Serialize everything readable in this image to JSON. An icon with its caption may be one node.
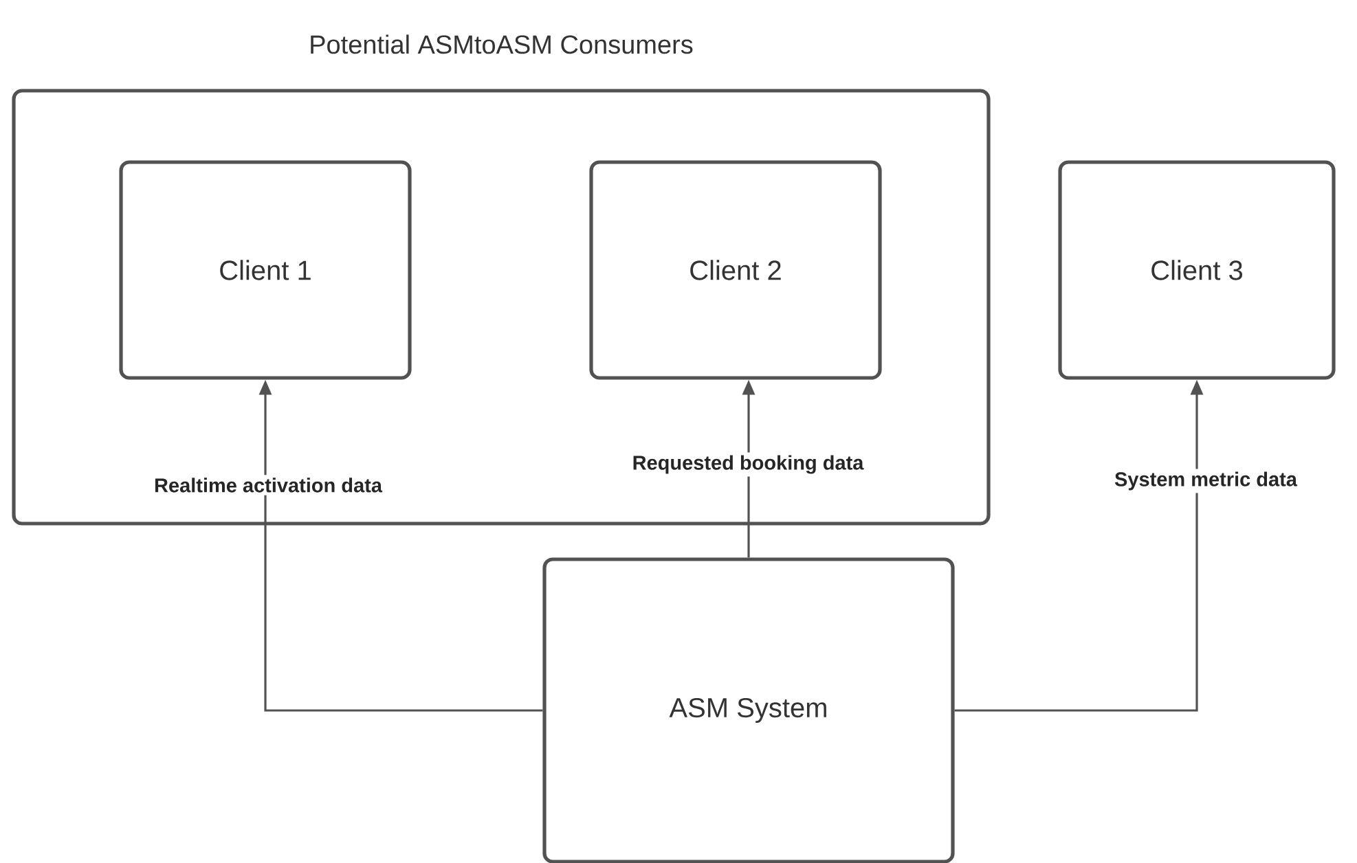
{
  "diagram": {
    "nodes": [
      {
        "text": [
          "Potential ASMtoASM Consumers"
        ]
      },
      {
        "text": [
          "Client 1"
        ],
        "in": 0
      },
      {
        "text": [
          "Client 2"
        ],
        "in": 0
      },
      {
        "text": [
          "Client 3"
        ]
      },
      {
        "text": [
          "ASM System"
        ]
      }
    ],
    "edges": [
      {
        "from": 4,
        "to": 1,
        "arrow": "to",
        "label": "Realtime activation data"
      },
      {
        "from": 4,
        "to": 2,
        "arrow": "to",
        "label": "Requested booking data"
      },
      {
        "from": 4,
        "to": 3,
        "arrow": "to",
        "label": "System metric data"
      }
    ]
  }
}
